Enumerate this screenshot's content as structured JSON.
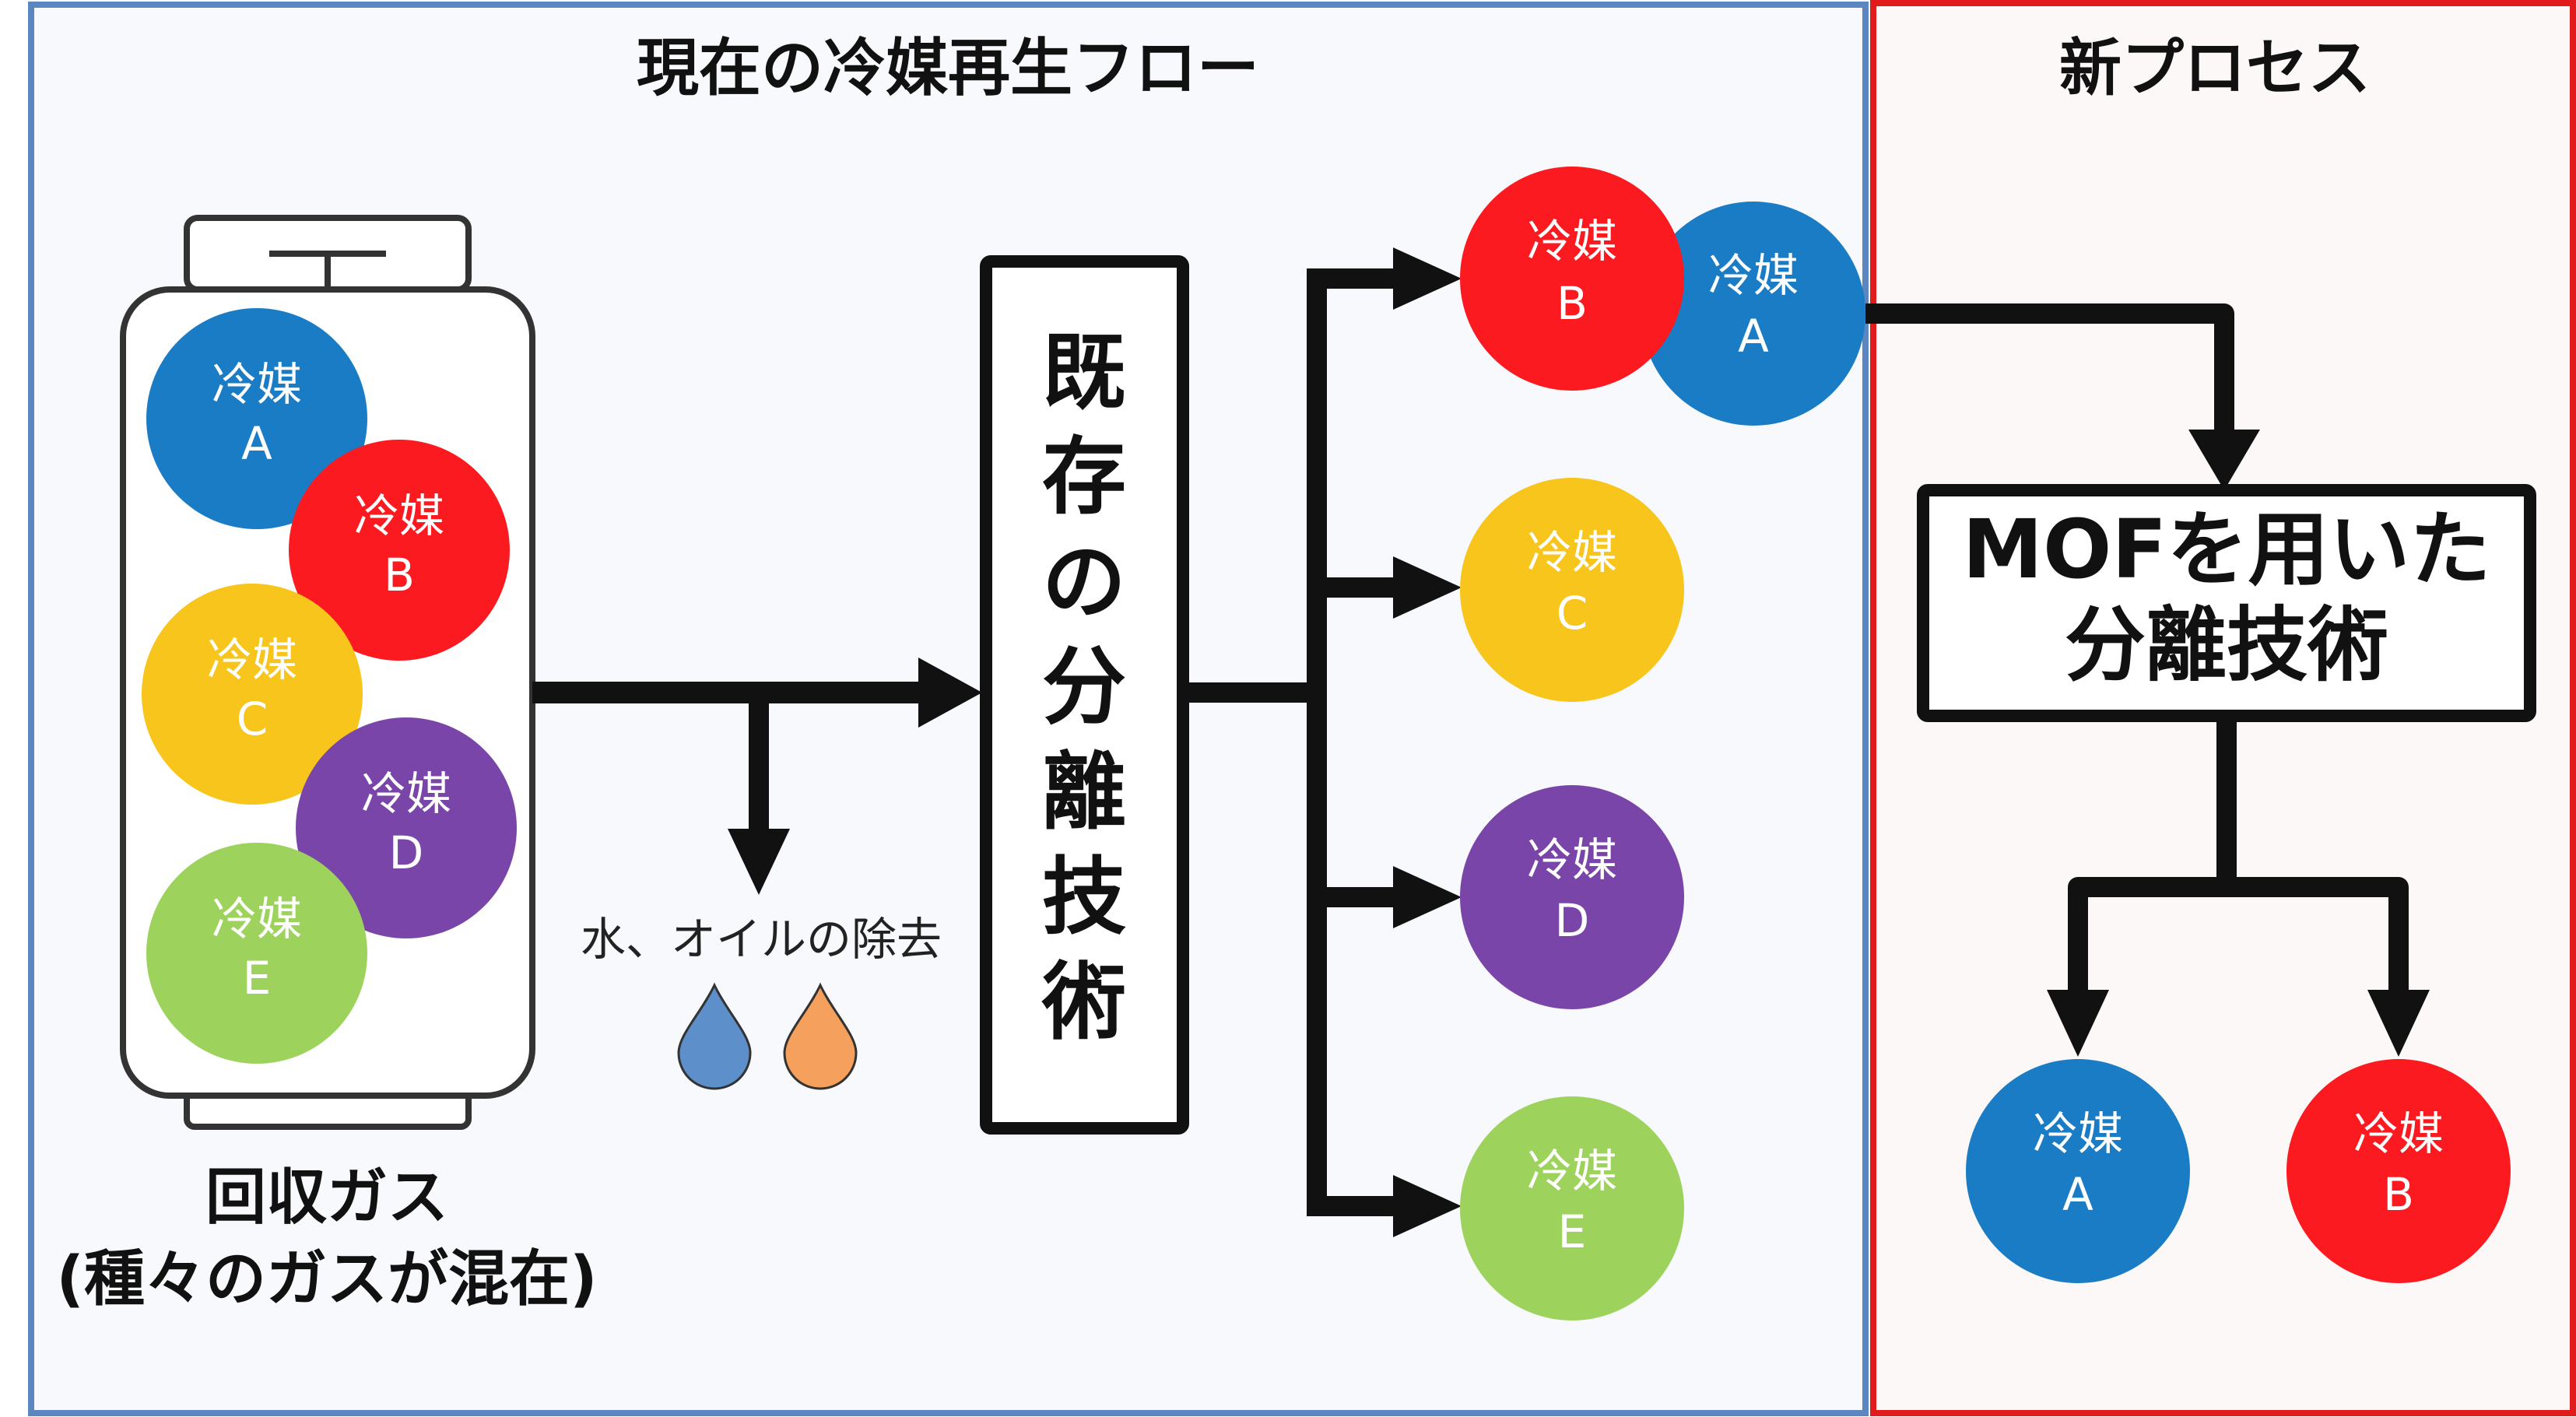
{
  "current_section": {
    "title": "現在の冷媒再生フロー",
    "border_color": "#5b86c0",
    "background": "#f7f9fc"
  },
  "new_section": {
    "title": "新プロセス",
    "border_color": "#e11b1b",
    "background": "#fdf8f8"
  },
  "refrigerants": {
    "A": {
      "line1": "冷媒",
      "line2": "A",
      "color": "#1a7cc4"
    },
    "B": {
      "line1": "冷媒",
      "line2": "B",
      "color": "#fa1a1f"
    },
    "C": {
      "line1": "冷媒",
      "line2": "C",
      "color": "#f8c51c"
    },
    "D": {
      "line1": "冷媒",
      "line2": "D",
      "color": "#7a45a8"
    },
    "E": {
      "line1": "冷媒",
      "line2": "E",
      "color": "#9dd35d"
    }
  },
  "cylinder": {
    "label_line1": "回収ガス",
    "label_line2": "(種々のガスが混在)"
  },
  "removal": {
    "label": "水、オイルの除去",
    "water_color": "#5d8fcb",
    "oil_color": "#f5a05c"
  },
  "existing_tech": {
    "chars": [
      "既",
      "存",
      "の",
      "分",
      "離",
      "技",
      "術"
    ]
  },
  "mof_tech": {
    "line1": "MOFを用いた",
    "line2": "分離技術"
  }
}
